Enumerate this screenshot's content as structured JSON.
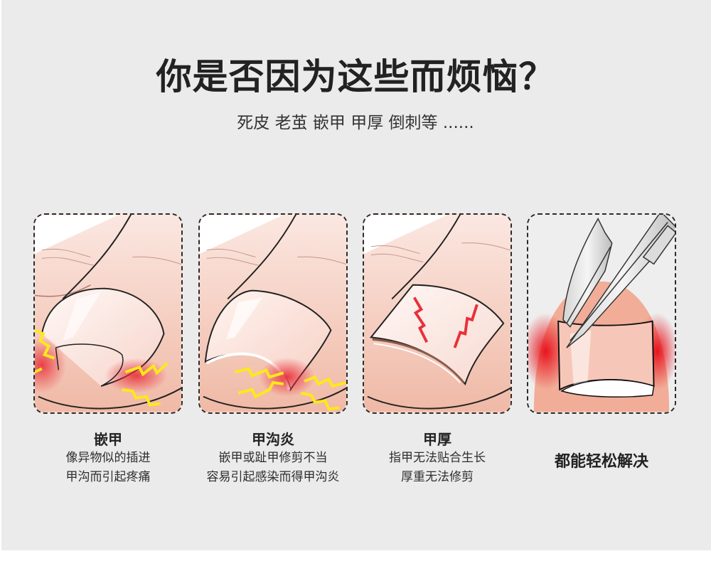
{
  "header": {
    "title": "你是否因为这些而烦恼？",
    "subtitle": "死皮 老茧 嵌甲 甲厚 倒刺等 ......"
  },
  "colors": {
    "background": "#ebebeb",
    "page": "#ffffff",
    "title_text": "#222222",
    "skin": "#f3c4b4",
    "inflammation": "#e8313a",
    "pain_bolt": "#ffe81a",
    "card_border": "#2b2b2b"
  },
  "cards": [
    {
      "illustration": "ingrown-nail-illustration",
      "title": "嵌甲",
      "lines": [
        "像异物似的插进",
        "甲沟而引起疼痛"
      ]
    },
    {
      "illustration": "paronychia-illustration",
      "title": "甲沟炎",
      "lines": [
        "嵌甲或趾甲修剪不当",
        "容易引起感染而得甲沟炎"
      ]
    },
    {
      "illustration": "thick-nail-illustration",
      "title": "甲厚",
      "lines": [
        "指甲无法贴合生长",
        "厚重无法修剪"
      ]
    },
    {
      "illustration": "nail-clipper-illustration",
      "title": "",
      "lines": [],
      "summary": "都能轻松解决"
    }
  ]
}
